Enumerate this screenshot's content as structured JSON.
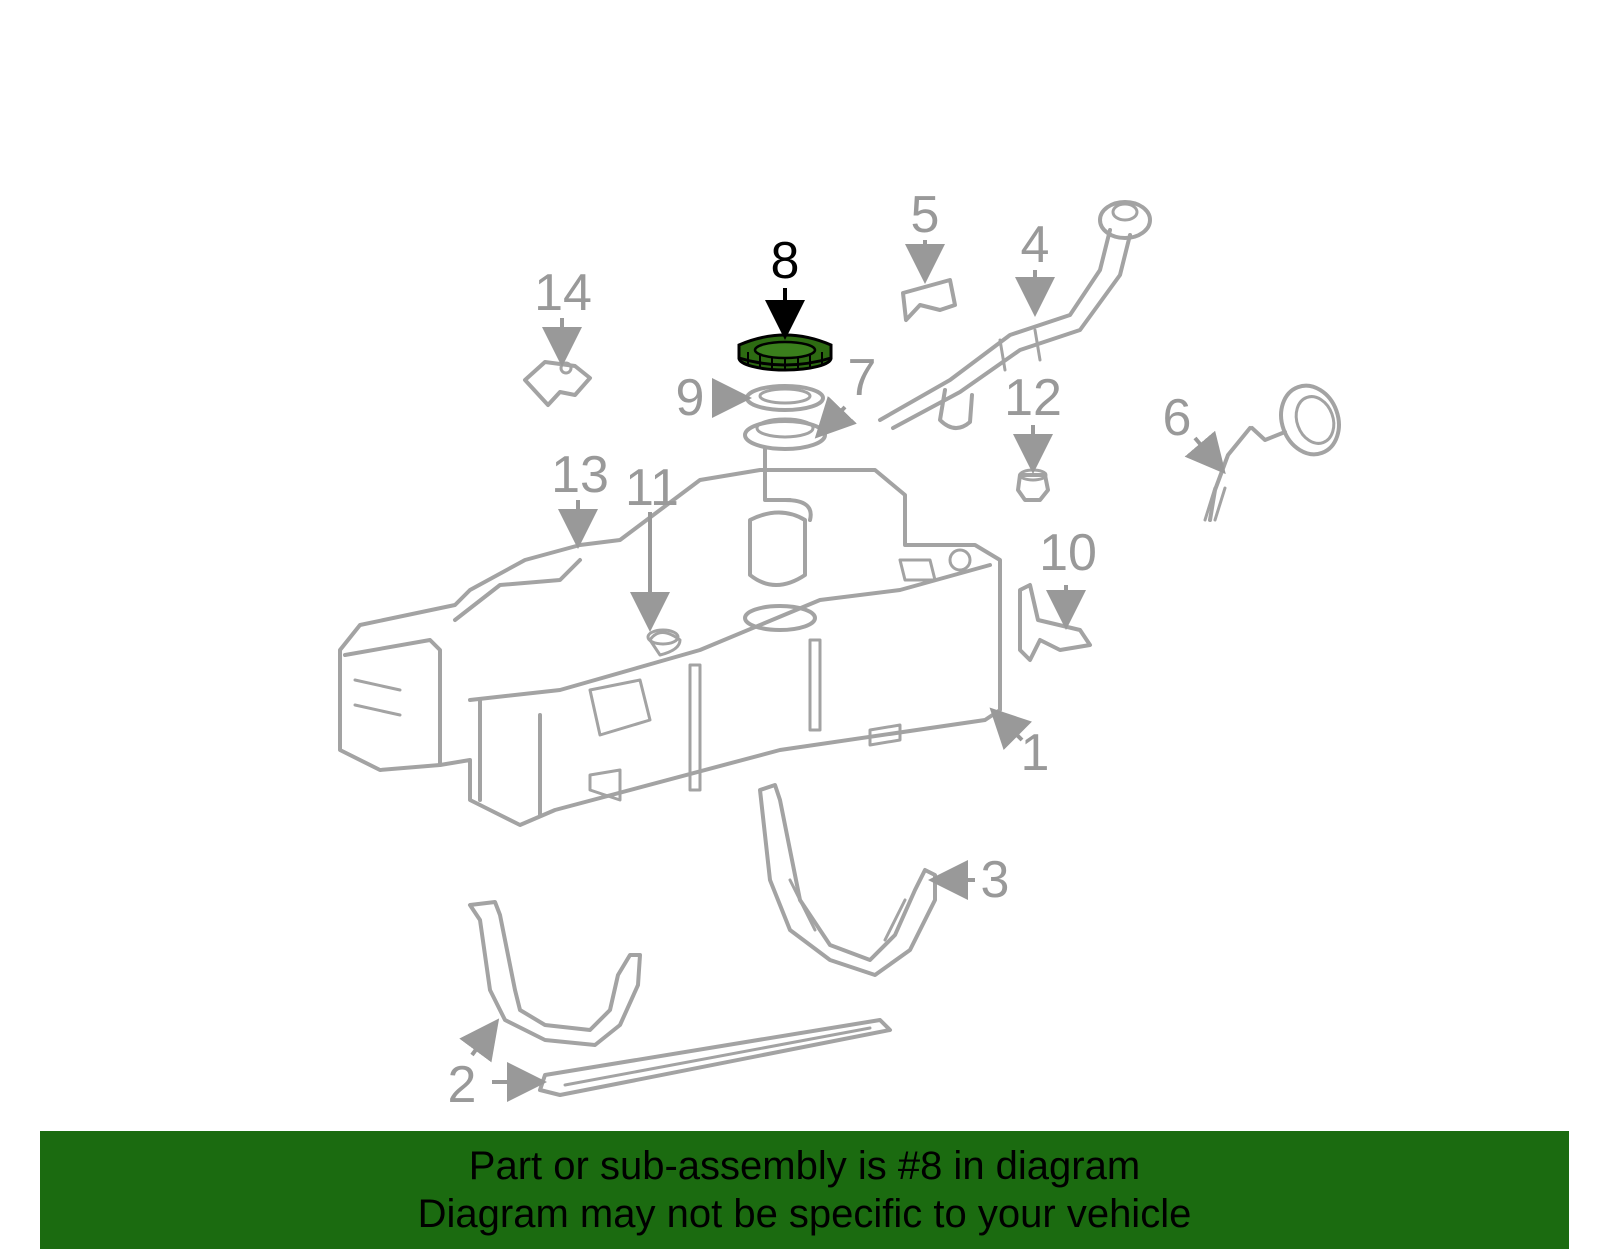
{
  "diagram": {
    "highlight_color": "#2d6b12",
    "part_color": "#a3a3a3",
    "callouts": {
      "c1": "1",
      "c2a": "2",
      "c2b": "2",
      "c3": "3",
      "c4": "4",
      "c5": "5",
      "c6": "6",
      "c7": "7",
      "c8": "8",
      "c9": "9",
      "c10": "10",
      "c11": "11",
      "c12": "12",
      "c13": "13",
      "c14": "14"
    }
  },
  "banner": {
    "background": "#1b6b10",
    "line1": "Part or sub-assembly is #8 in diagram",
    "line2": "Diagram may not be specific to your vehicle"
  }
}
